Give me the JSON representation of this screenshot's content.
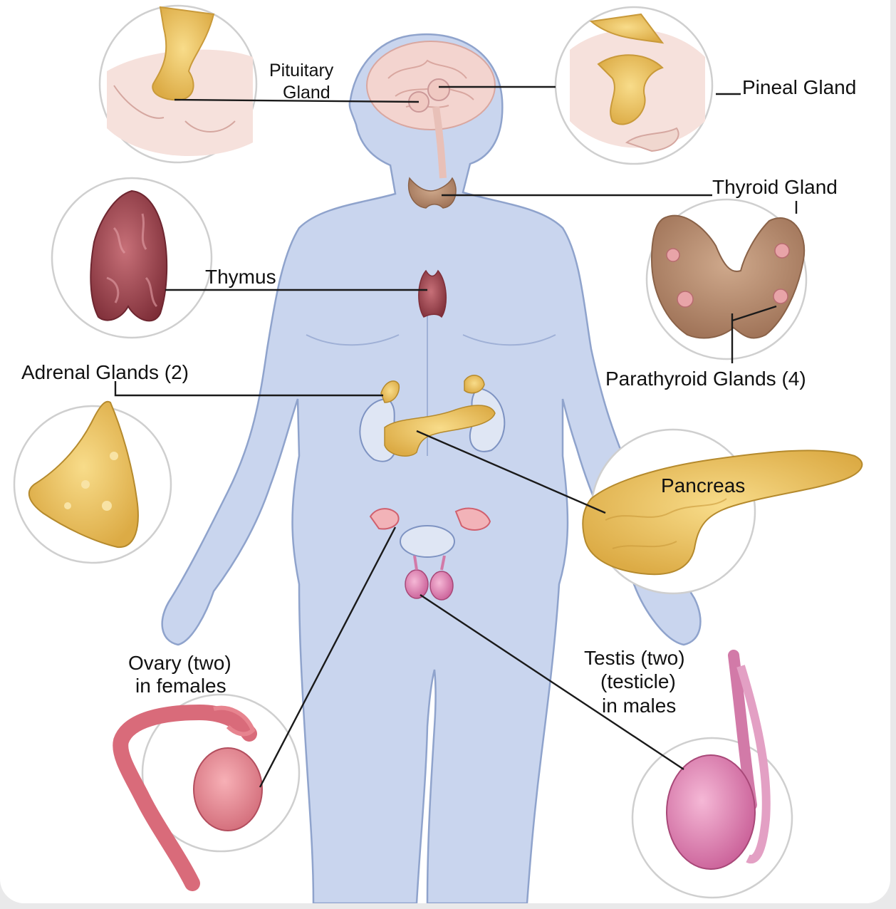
{
  "labels": {
    "pituitary_line1": "Pituitary",
    "pituitary_line2": "Gland",
    "pineal": "Pineal Gland",
    "thyroid": "Thyroid Gland",
    "thymus": "Thymus",
    "parathyroid": "Parathyroid Glands (4)",
    "adrenal": "Adrenal Glands (2)",
    "pancreas": "Pancreas",
    "ovary_line1": "Ovary (two)",
    "ovary_line2": "in females",
    "testis_line1": "Testis (two)",
    "testis_line2": "(testicle)",
    "testis_line3": "in males"
  },
  "colors": {
    "body_fill": "#c9d5ee",
    "body_outline": "#8fa3cc",
    "gland_yellow": "#f1cc6e",
    "thymus_red": "#a84a52",
    "thyroid_brown": "#b98d71",
    "ovary_pink": "#e07a86",
    "testis_pink": "#e089b8",
    "leader_line": "#1a1a1a"
  }
}
